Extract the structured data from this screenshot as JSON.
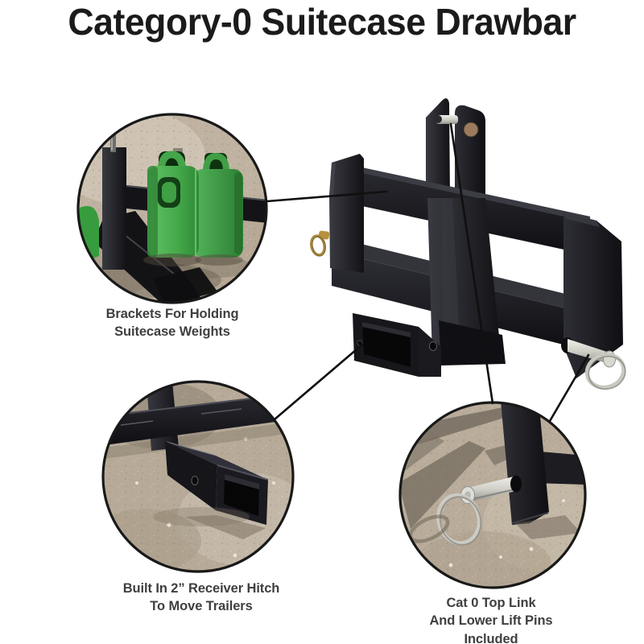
{
  "title": "Category-0 Suitecase Drawbar",
  "callouts": [
    {
      "id": "brackets",
      "label": "Brackets For Holding\nSuitecase Weights"
    },
    {
      "id": "receiver",
      "label": "Built In 2” Receiver Hitch\nTo Move Trailers"
    },
    {
      "id": "pins",
      "label": "Cat 0 Top Link\nAnd Lower Lift Pins\nIncluded"
    }
  ],
  "colors": {
    "title": "#1b1b1b",
    "label": "#3f3f3f",
    "line": "#101010",
    "circle_border": "#191919",
    "steel_dark": "#17171b",
    "concrete": "#bfb2a0",
    "weight_green": "#47ab4c",
    "pin_silver": "#cfcfc8",
    "pin_gold": "#b5923f",
    "hole_tan": "#9b7b5c"
  }
}
